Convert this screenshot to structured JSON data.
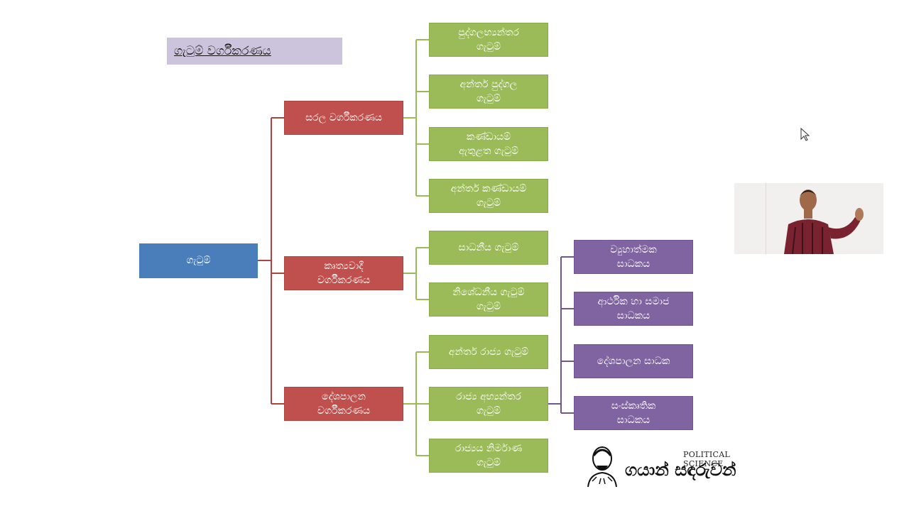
{
  "title": "ගැටුම් වර්ගීකරණය",
  "root": {
    "label": "ගැටුම්"
  },
  "branches": [
    {
      "label": "සරල වර්ගීකරණය",
      "children": [
        "පුද්ගලභ්‍යන්තර\nගැටුම්",
        "අන්තර් පුද්ගල\nගැටුම්",
        "කණ්ඩායම්\nඇතුළත ගැටුම්",
        "අන්තර් කණ්ඩායම්\nගැටුම්"
      ]
    },
    {
      "label": "කෘත්‍යවාදී\nවර්ගීකරණය",
      "children": [
        "සාධනීය ගැටුම්",
        "නිශේධනීය ගැටුම්\nගැටුම්"
      ]
    },
    {
      "label": "දේශපාලන\nවර්ගීකරණය",
      "children": [
        "අන්තර් රාජ්‍ය ගැටුම්",
        "රාජ්‍ය අභ්‍යන්තර\nගැටුම්",
        "රාජ්‍යය නිර්මාණ\nගැටුම්"
      ]
    }
  ],
  "factors": [
    "ව්‍යුහාත්මක\nසාධකය",
    "ආර්ථික හා සමාජ\nසාධකය",
    "දේශපාලන සාධක",
    "සංස්කෘතික\nසාධකය"
  ],
  "logo": {
    "english": "POLITICAL SCIENCE",
    "sinhala": "ගයාන් සඳරුවන්"
  },
  "colors": {
    "root": "#4a7ebb",
    "branch": "#c0504d",
    "leaf": "#9bbb59",
    "factor": "#8064a2",
    "title_bg": "#ccc3dc"
  }
}
